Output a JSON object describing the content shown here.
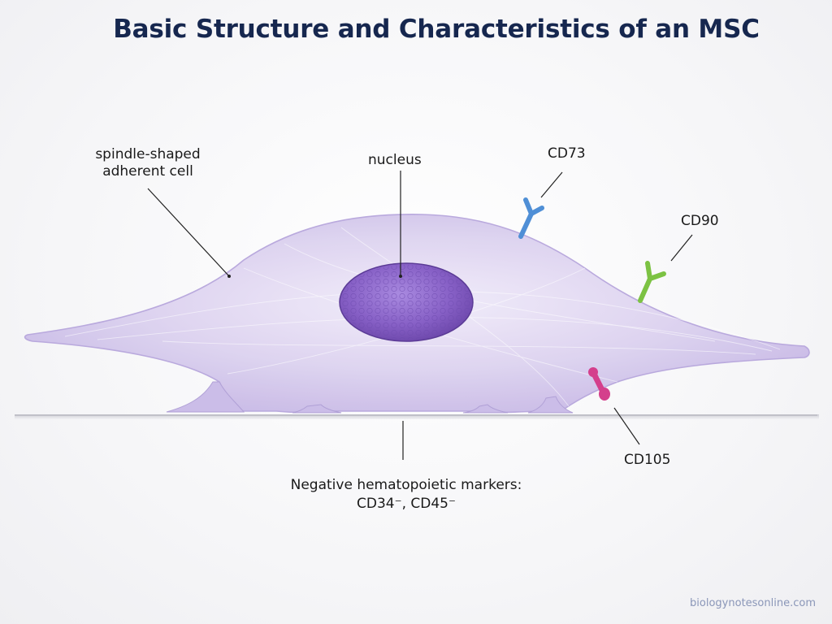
{
  "title": "Basic Structure and Characteristics of an MSC",
  "labels": {
    "spindle_line1": "spindle-shaped",
    "spindle_line2": "adherent cell",
    "nucleus": "nucleus",
    "cd73": "CD73",
    "cd90": "CD90",
    "cd105": "CD105",
    "negative_line1": "Negative hematopoietic markers:",
    "negative_line2": "CD34⁻, CD45⁻"
  },
  "watermark": "biologynotesonline.com",
  "colors": {
    "title": "#16274f",
    "cell_body": "#d9cfee",
    "nucleus": "#8a63c4",
    "cd73_marker": "#4f8fd6",
    "cd90_marker": "#7cc243",
    "cd105_marker": "#d43f8c"
  }
}
